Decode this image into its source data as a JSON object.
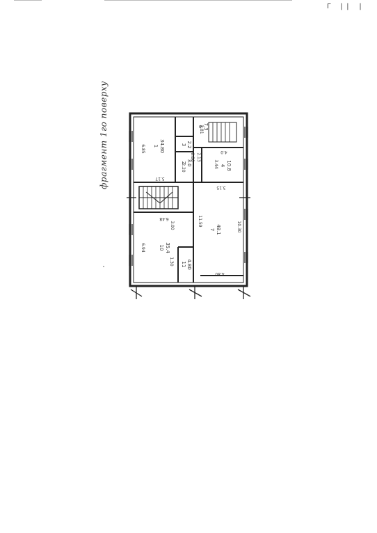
{
  "sheet": {
    "caption": "фрагмент 1го поверху",
    "corner_mark": "Г || |"
  },
  "rooms": [
    {
      "id": "1",
      "num": "1",
      "area": "34.80"
    },
    {
      "id": "2",
      "num": "2",
      "area": "3.0"
    },
    {
      "id": "3",
      "num": "3",
      "area": "2.2"
    },
    {
      "id": "4",
      "num": "4",
      "area": "10.8"
    },
    {
      "id": "5",
      "num": "5",
      "area": "7.3"
    },
    {
      "id": "7",
      "num": "7",
      "area": "48.1"
    },
    {
      "id": "10",
      "num": "10",
      "area": "35.4"
    },
    {
      "id": "11",
      "num": "11",
      "area": "4.80"
    }
  ],
  "dimensions": [
    {
      "id": "d1",
      "text": "6.85"
    },
    {
      "id": "d2",
      "text": "5.17"
    },
    {
      "id": "d3",
      "text": "2.81"
    },
    {
      "id": "d4",
      "text": "2.20"
    },
    {
      "id": "d5",
      "text": "0.80"
    },
    {
      "id": "d6",
      "text": "2.13"
    },
    {
      "id": "d7",
      "text": "3.44"
    },
    {
      "id": "d8",
      "text": "3.15"
    },
    {
      "id": "d9",
      "text": "4.0"
    },
    {
      "id": "d10",
      "text": "6.48"
    },
    {
      "id": "d11",
      "text": "6.94"
    },
    {
      "id": "d12",
      "text": "3.00"
    },
    {
      "id": "d13",
      "text": "11.59"
    },
    {
      "id": "d14",
      "text": "10.30"
    },
    {
      "id": "d15",
      "text": "4.80"
    },
    {
      "id": "d16",
      "text": "1.30"
    }
  ]
}
